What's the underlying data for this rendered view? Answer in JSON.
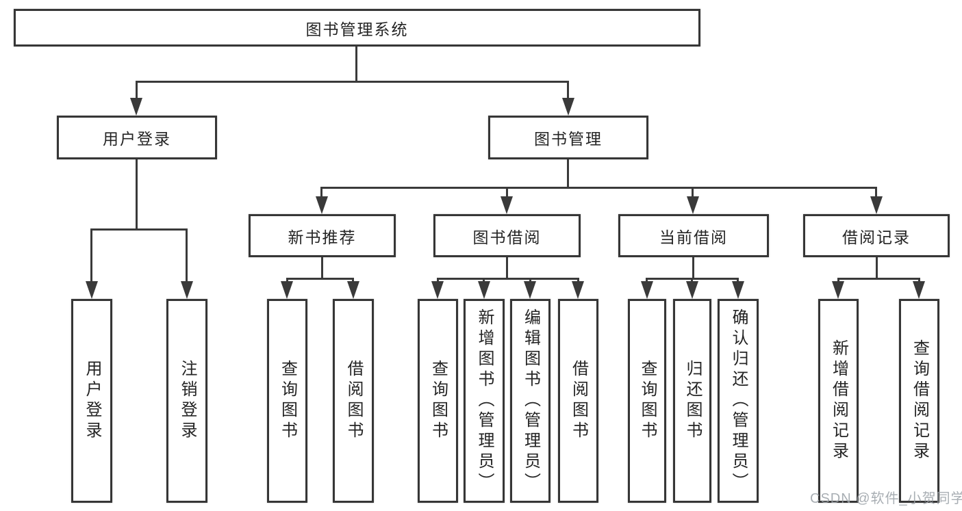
{
  "diagram_title": "图书管理系统",
  "tree": {
    "label": "图书管理系统",
    "children": [
      {
        "label": "用户登录",
        "children": [
          {
            "label": "用户登录"
          },
          {
            "label": "注销登录"
          }
        ]
      },
      {
        "label": "图书管理",
        "children": [
          {
            "label": "新书推荐",
            "children": [
              {
                "label": "查询图书"
              },
              {
                "label": "借阅图书"
              }
            ]
          },
          {
            "label": "图书借阅",
            "children": [
              {
                "label": "查询图书"
              },
              {
                "label": "新增图书（管理员）"
              },
              {
                "label": "编辑图书（管理员）"
              },
              {
                "label": "借阅图书"
              }
            ]
          },
          {
            "label": "当前借阅",
            "children": [
              {
                "label": "查询图书"
              },
              {
                "label": "归还图书"
              },
              {
                "label": "确认归还（管理员）"
              }
            ]
          },
          {
            "label": "借阅记录",
            "children": [
              {
                "label": "新增借阅记录"
              },
              {
                "label": "查询借阅记录"
              }
            ]
          }
        ]
      }
    ]
  },
  "watermark": {
    "text": "CSDN @软件_小贺同学",
    "color": "#9aa0a6"
  },
  "colors": {
    "line": "#3a3a3a",
    "border": "#363636",
    "text": "#242424",
    "background": "#ffffff"
  }
}
